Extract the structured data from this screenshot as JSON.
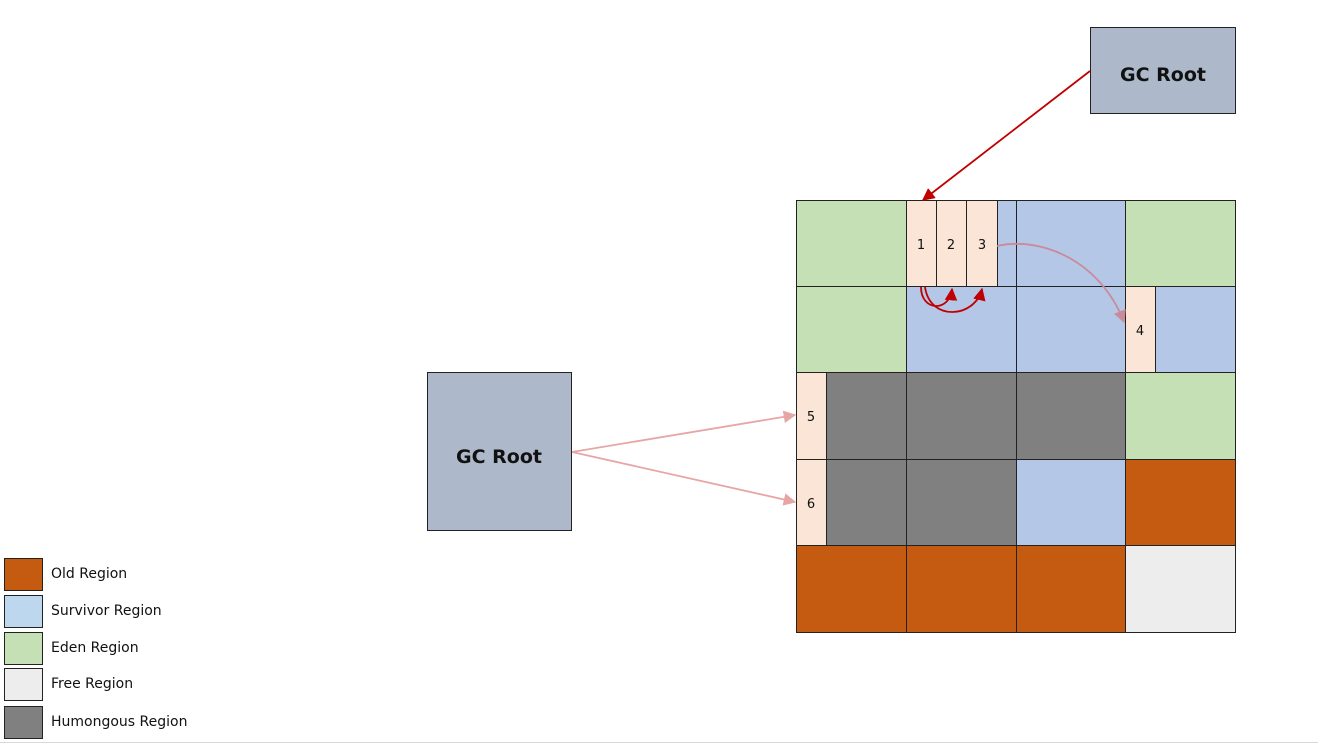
{
  "diagram": {
    "gc_root_top": {
      "label": "GC Root"
    },
    "gc_root_left": {
      "label": "GC Root"
    },
    "objects": [
      {
        "label": "1"
      },
      {
        "label": "2"
      },
      {
        "label": "3"
      },
      {
        "label": "4"
      },
      {
        "label": "5"
      },
      {
        "label": "6"
      }
    ],
    "colors": {
      "old": "#c55a11",
      "survivor": "#b4c7e7",
      "eden": "#c5e0b4",
      "free": "#ededed",
      "humongous": "#808080",
      "object": "#fbe5d6",
      "gc_root": "#adb9ca",
      "strong_ref": "#c00000",
      "weak_ref": "#e6a6a6"
    }
  },
  "legend": {
    "items": [
      {
        "label": "Old Region",
        "color": "#c55a11"
      },
      {
        "label": "Survivor Region",
        "color": "#bdd7ee"
      },
      {
        "label": "Eden Region",
        "color": "#c5e0b4"
      },
      {
        "label": "Free Region",
        "color": "#ededed"
      },
      {
        "label": "Humongous Region",
        "color": "#808080"
      }
    ]
  }
}
